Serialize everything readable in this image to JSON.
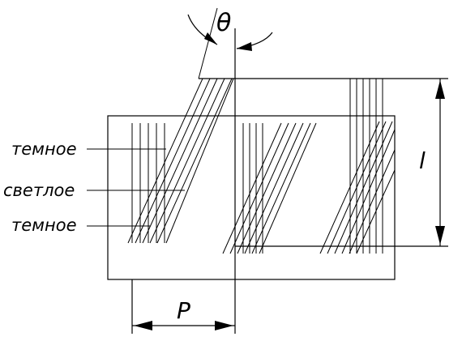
{
  "labels": {
    "dark_top": "темное",
    "light": "светлое",
    "dark_bottom": "темное",
    "angle": "θ",
    "length": "l",
    "period": "P"
  },
  "colors": {
    "ink": "#000000",
    "paper": "#ffffff"
  }
}
